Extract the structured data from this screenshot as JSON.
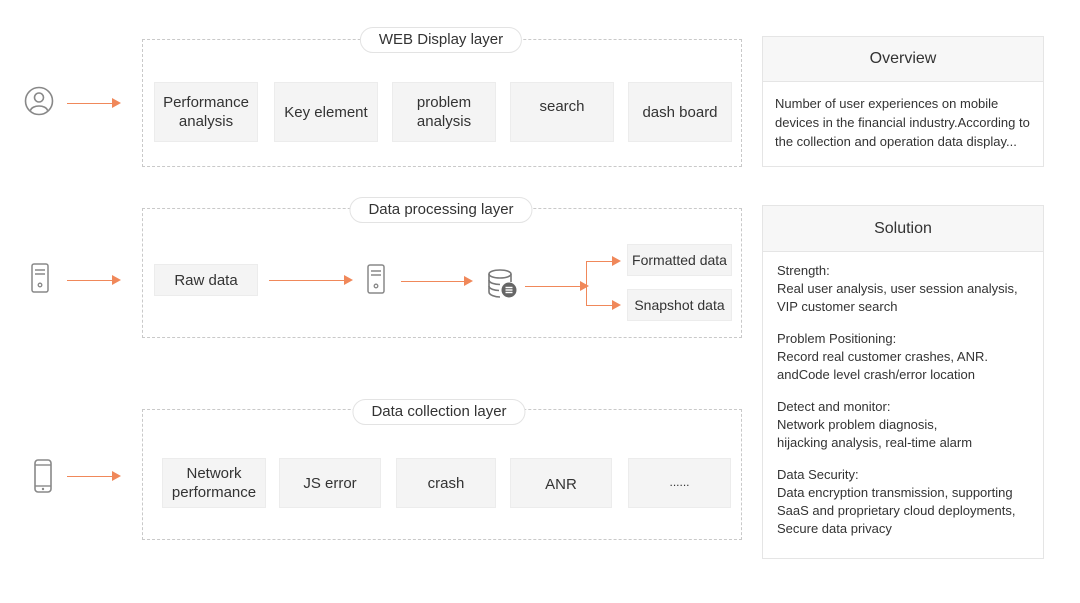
{
  "layers": {
    "web": {
      "title": "WEB  Display layer",
      "items": [
        "Performance analysis",
        "Key element",
        "problem analysis",
        "search",
        "dash board"
      ]
    },
    "processing": {
      "title": "Data processing layer",
      "raw": "Raw data",
      "outputs": [
        "Formatted data",
        "Snapshot data"
      ]
    },
    "collection": {
      "title": "Data collection layer",
      "items": [
        "Network performance",
        "JS error",
        "crash",
        "ANR",
        "......"
      ]
    }
  },
  "overview": {
    "title": "Overview",
    "text": "Number of user experiences on mobile devices in the financial industry.According to the collection and operation data display..."
  },
  "solution": {
    "title": "Solution",
    "groups": [
      {
        "heading": "Strength:",
        "lines": [
          "Real user analysis, user session analysis,",
          "VIP customer search"
        ]
      },
      {
        "heading": "Problem Positioning:",
        "lines": [
          "Record real customer crashes, ANR.",
          "andCode level crash/error location"
        ]
      },
      {
        "heading": "Detect and monitor:",
        "lines": [
          "Network problem diagnosis,",
          "hijacking analysis, real-time alarm"
        ]
      },
      {
        "heading": "Data Security:",
        "lines": [
          "Data encryption transmission, supporting",
          "SaaS and proprietary cloud deployments,",
          "Secure data privacy"
        ]
      }
    ]
  },
  "icons": {
    "user": "user-icon",
    "server": "server-icon",
    "database": "database-icon",
    "phone": "phone-icon"
  },
  "colors": {
    "accent": "#f0885a",
    "border": "#c9c9c9",
    "box": "#f4f4f4"
  }
}
